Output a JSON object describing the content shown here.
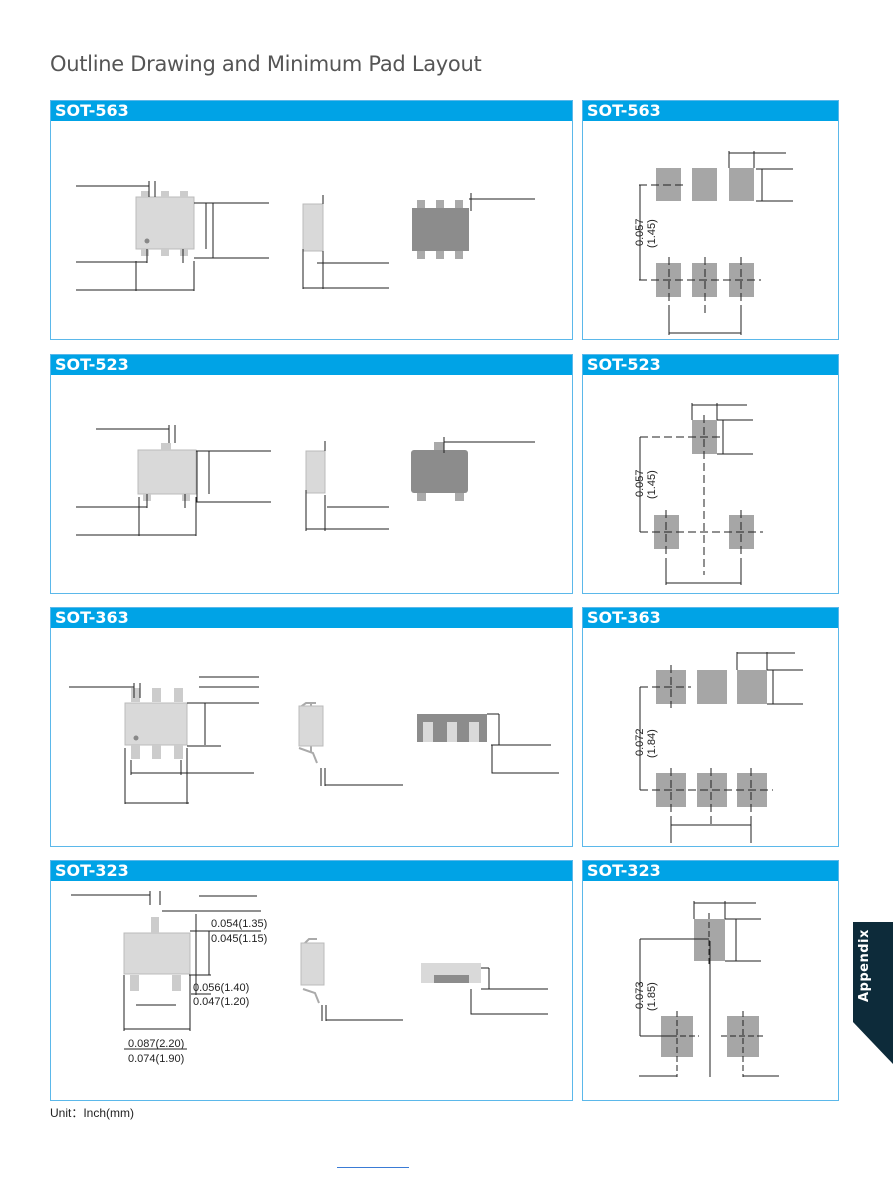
{
  "page_title": "Outline Drawing and Minimum Pad Layout",
  "sections": [
    {
      "outline_label": "SOT-563",
      "pad_label": "SOT-563",
      "pad_dims": {
        "pitch_in": "0.057",
        "pitch_mm": "(1.45)"
      }
    },
    {
      "outline_label": "SOT-523",
      "pad_label": "SOT-523",
      "pad_dims": {
        "pitch_in": "0.057",
        "pitch_mm": "(1.45)"
      }
    },
    {
      "outline_label": "SOT-363",
      "pad_label": "SOT-363",
      "pad_dims": {
        "pitch_in": "0.072",
        "pitch_mm": "(1.84)"
      }
    },
    {
      "outline_label": "SOT-323",
      "pad_label": "SOT-323",
      "pad_dims": {
        "pitch_in": "0.073",
        "pitch_mm": "(1.85)"
      },
      "outline_dims": {
        "height_max": "0.054(1.35)",
        "height_min": "0.045(1.15)",
        "pitch_max": "0.056(1.40)",
        "pitch_min": "0.047(1.20)",
        "width_max": "0.087(2.20)",
        "width_min": "0.074(1.90)"
      }
    }
  ],
  "unit_note": "Unit：Inch(mm)",
  "side_tab": "Appendix",
  "colors": {
    "header": "#00a3e6",
    "border": "#5bb8ea",
    "body": "#d9d9d9",
    "pad": "#a6a6a6",
    "tab": "#0d2b3a"
  }
}
